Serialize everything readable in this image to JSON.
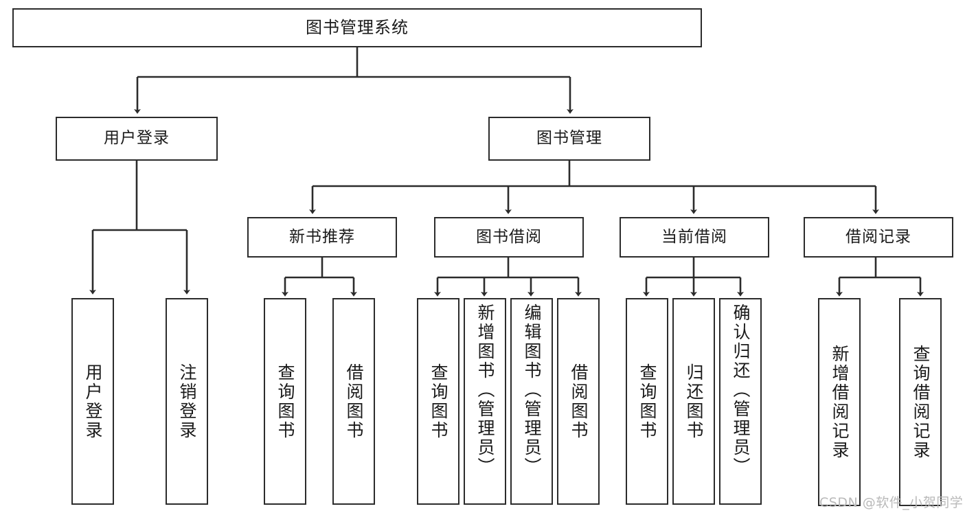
{
  "diagram": {
    "title": "图书管理系统",
    "type": "tree",
    "watermark": "CSDN @软件_小贺同学",
    "line_color": "#2b2b2b",
    "box_fill": "#ffffff",
    "text_color": "#1a1a1a",
    "watermark_color": "#b9b9b9"
  },
  "nodes": {
    "root": {
      "label": "图书管理系统",
      "level": 1
    },
    "l2": [
      {
        "id": "user-login",
        "label": "用户登录",
        "level": 2
      },
      {
        "id": "book-manage",
        "label": "图书管理",
        "level": 2
      }
    ],
    "l3": [
      {
        "id": "new-book-recommend",
        "label": "新书推荐",
        "level": 3,
        "parent": "book-manage"
      },
      {
        "id": "book-borrow",
        "label": "图书借阅",
        "level": 3,
        "parent": "book-manage"
      },
      {
        "id": "current-borrow",
        "label": "当前借阅",
        "level": 3,
        "parent": "book-manage"
      },
      {
        "id": "borrow-record",
        "label": "借阅记录",
        "level": 3,
        "parent": "book-manage"
      }
    ],
    "leaves": [
      {
        "id": "leaf-user-login",
        "label": "用户登录",
        "parent": "user-login"
      },
      {
        "id": "leaf-user-logout",
        "label": "注销登录",
        "parent": "user-login"
      },
      {
        "id": "leaf-query-book-1",
        "label": "查询图书",
        "parent": "new-book-recommend"
      },
      {
        "id": "leaf-borrow-book-1",
        "label": "借阅图书",
        "parent": "new-book-recommend"
      },
      {
        "id": "leaf-query-book-2",
        "label": "查询图书",
        "parent": "book-borrow"
      },
      {
        "id": "leaf-add-book",
        "label": "新增图书（管理员）",
        "parent": "book-borrow"
      },
      {
        "id": "leaf-edit-book",
        "label": "编辑图书（管理员）",
        "parent": "book-borrow"
      },
      {
        "id": "leaf-borrow-book-2",
        "label": "借阅图书",
        "parent": "book-borrow"
      },
      {
        "id": "leaf-query-book-3",
        "label": "查询图书",
        "parent": "current-borrow"
      },
      {
        "id": "leaf-return-book",
        "label": "归还图书",
        "parent": "current-borrow"
      },
      {
        "id": "leaf-confirm-return",
        "label": "确认归还（管理员）",
        "parent": "current-borrow"
      },
      {
        "id": "leaf-add-record",
        "label": "新增借阅记录",
        "parent": "borrow-record"
      },
      {
        "id": "leaf-query-record",
        "label": "查询借阅记录",
        "parent": "borrow-record"
      }
    ]
  }
}
